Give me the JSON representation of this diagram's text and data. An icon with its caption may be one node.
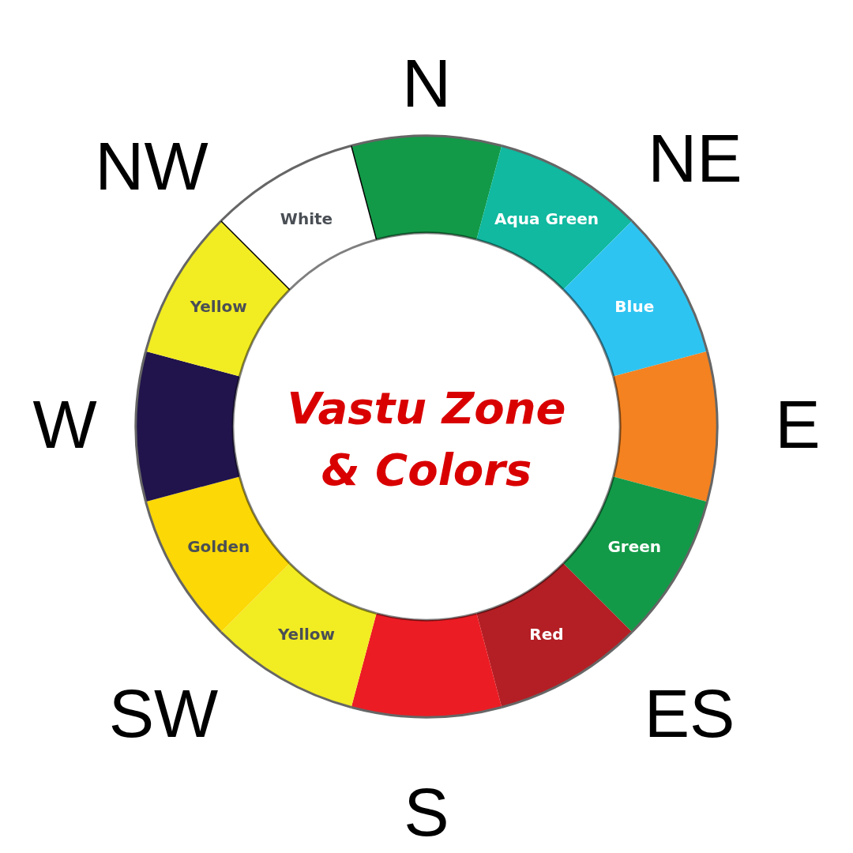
{
  "diagram": {
    "title": "Vastu Zone & Colors",
    "nodes": [
      {
        "text": [],
        "shape": "sector"
      },
      {
        "text": [
          "Aqua Green"
        ]
      },
      {
        "text": [
          "Blue"
        ]
      },
      {
        "text": [],
        "shape": "sector"
      },
      {
        "text": [
          "Green"
        ]
      },
      {
        "text": [
          "Red"
        ]
      },
      {
        "text": [],
        "shape": "sector"
      },
      {
        "text": [
          "Yellow"
        ]
      },
      {
        "text": [
          "Golden"
        ]
      },
      {
        "text": [],
        "shape": "sector"
      },
      {
        "text": [
          "Yellow"
        ]
      },
      {
        "text": [
          "White"
        ]
      }
    ],
    "labels": [
      "N",
      "NW",
      "NE",
      "W",
      "E",
      "SW",
      "ES",
      "S"
    ]
  }
}
